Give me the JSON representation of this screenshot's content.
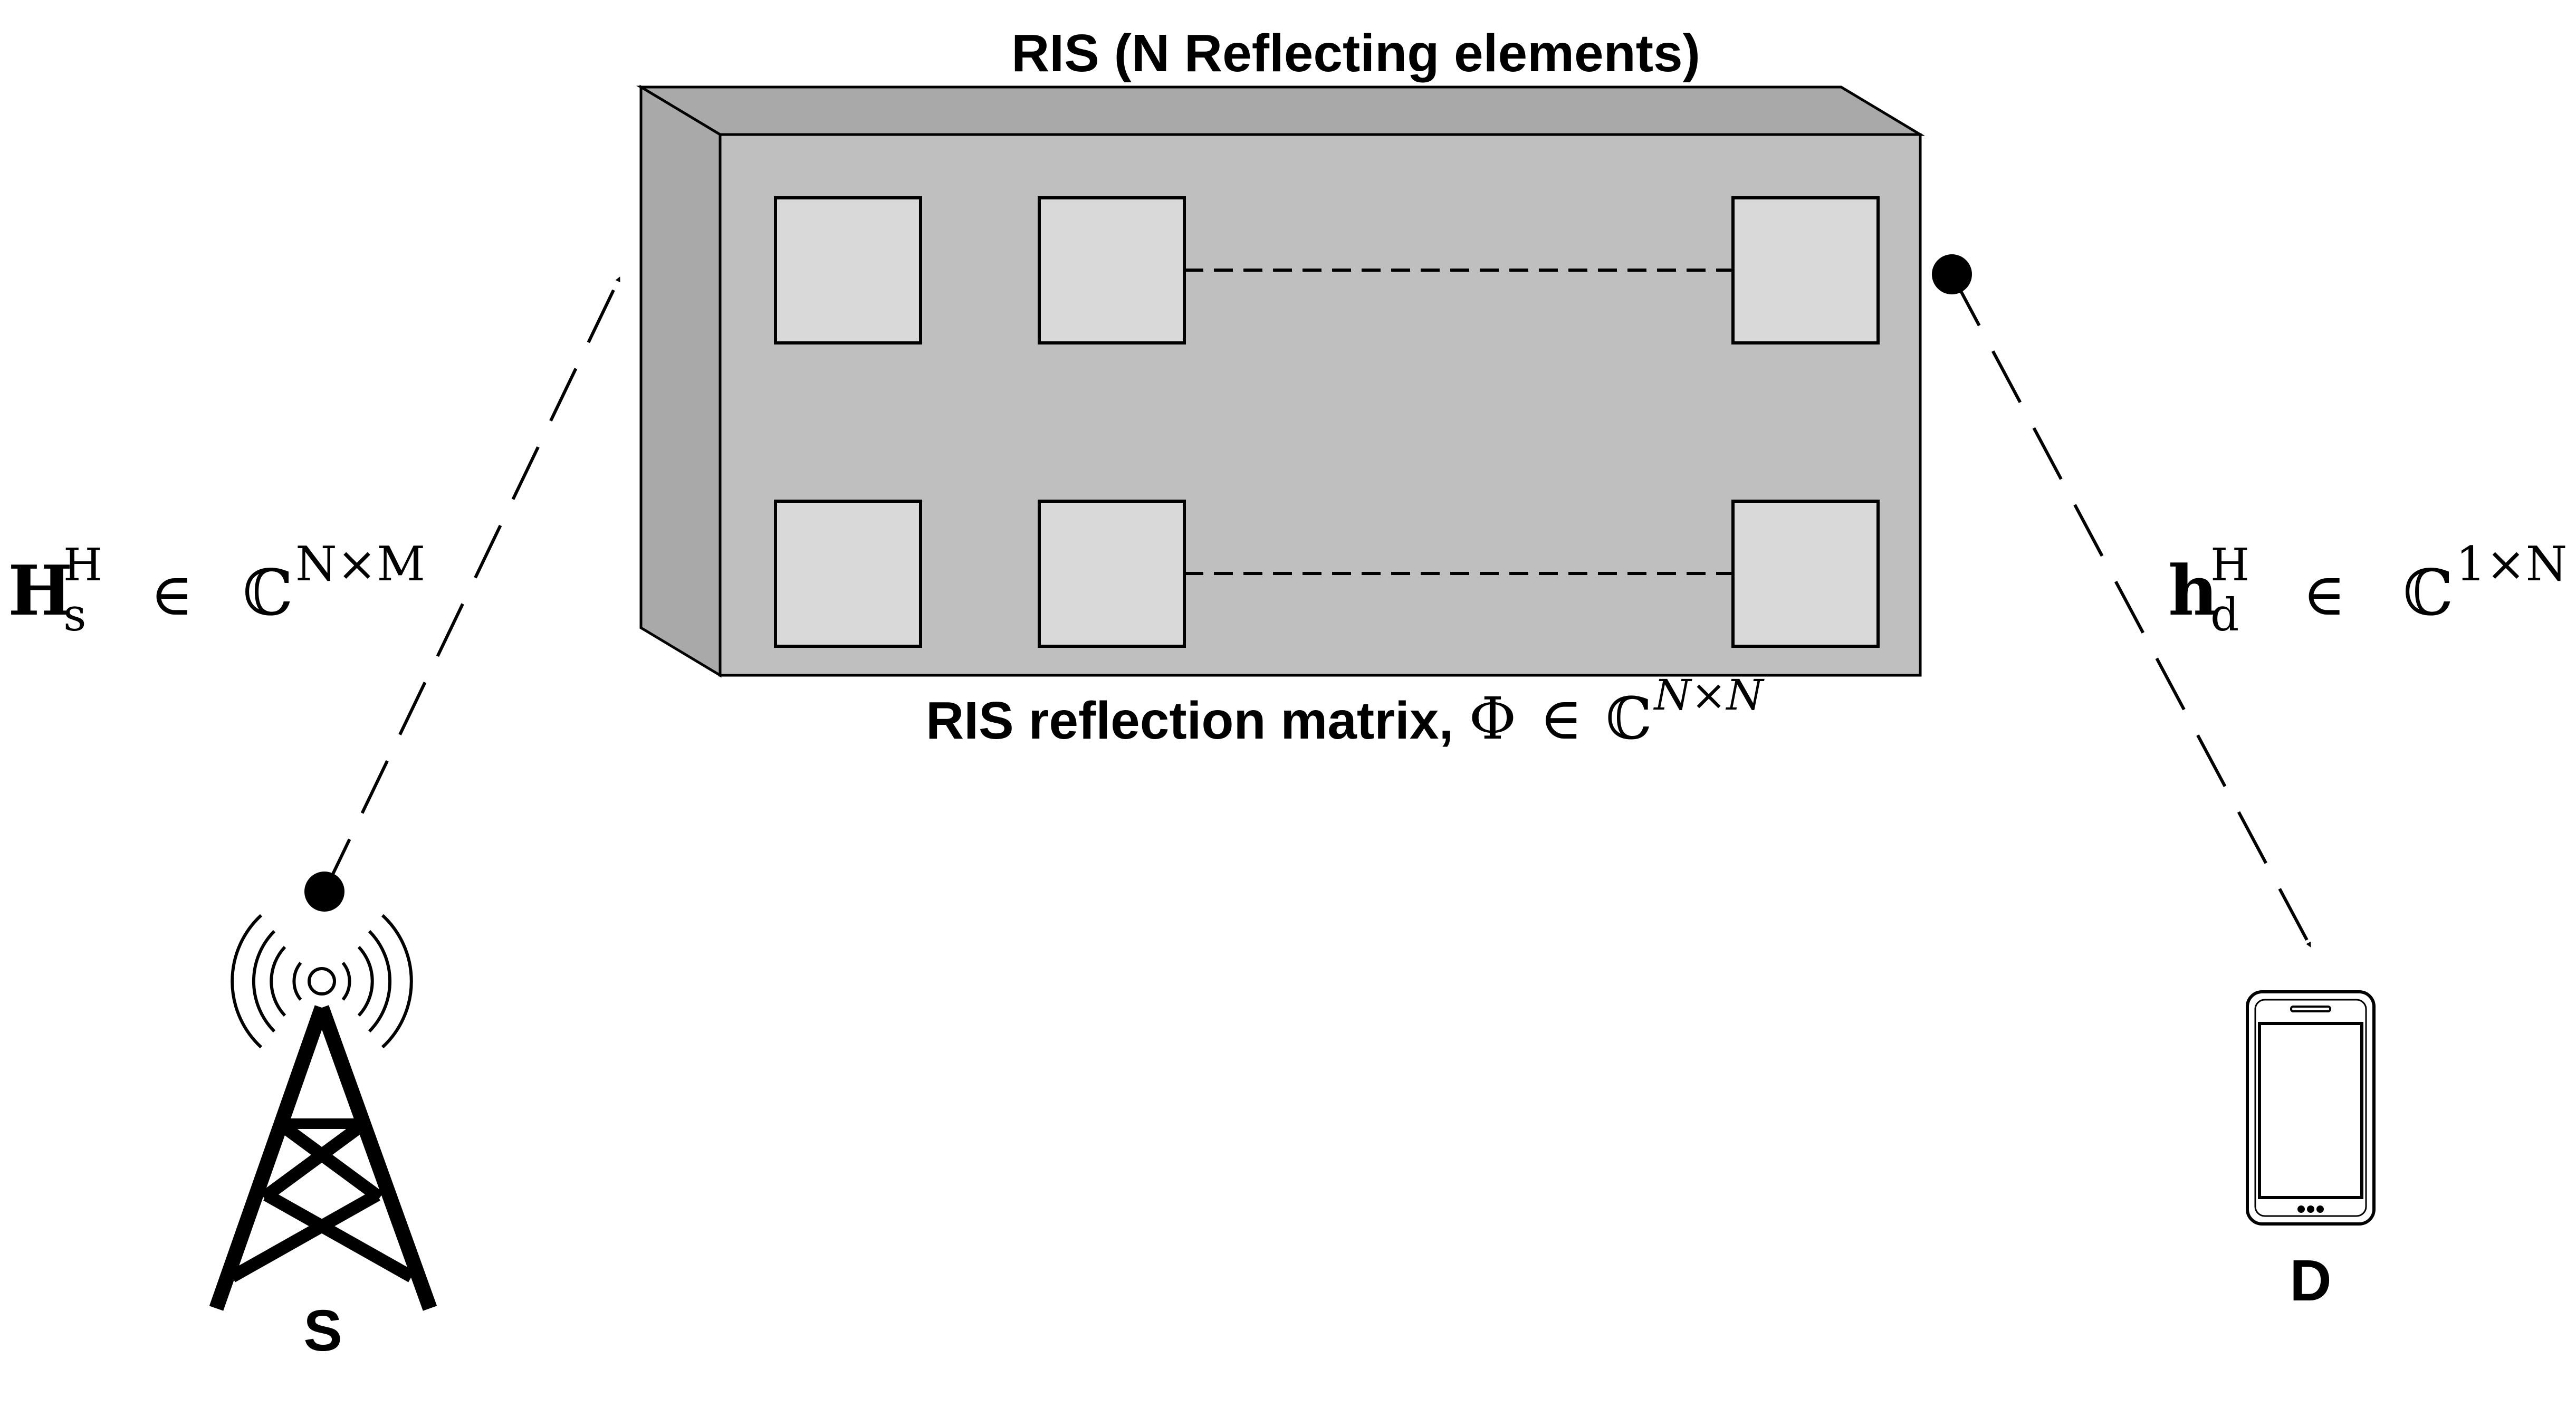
{
  "ris": {
    "title": "RIS (N Reflecting elements)",
    "reflection_label": "RIS reflection matrix,",
    "reflection_phi": "Φ",
    "reflection_in": "∈",
    "reflection_set": "ℂ",
    "reflection_dims": "N×N"
  },
  "channel_left": {
    "symbol": "H",
    "subscript": "s",
    "superscript": "H",
    "in": "∈",
    "set": "ℂ",
    "dims": "N×M"
  },
  "channel_right": {
    "symbol": "h",
    "subscript": "d",
    "superscript": "H",
    "in": "∈",
    "set": "ℂ",
    "dims": "1×N"
  },
  "source": {
    "label": "S",
    "icon": "cell-tower-icon"
  },
  "destination": {
    "label": "D",
    "icon": "smartphone-icon"
  },
  "colors": {
    "ris_front": "#bfbfbf",
    "ris_side": "#a9a9a9",
    "element_fill": "#d9d9d9",
    "stroke": "#000000"
  }
}
